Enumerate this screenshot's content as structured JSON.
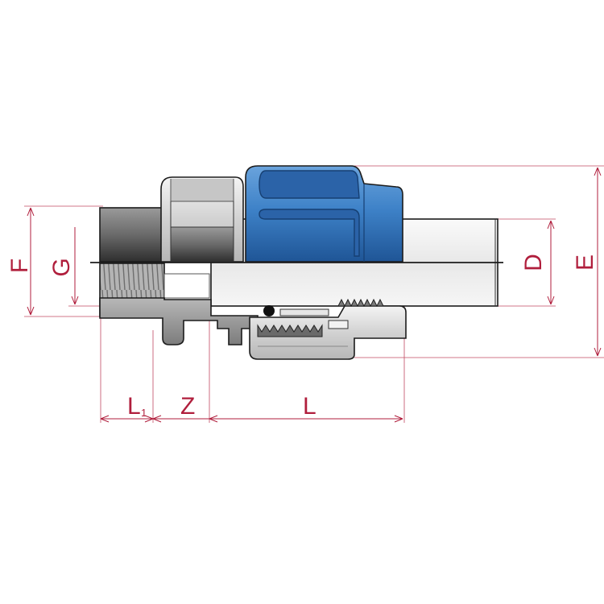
{
  "colors": {
    "dimension": "#b01e3c",
    "nut_blue": "#2f6fb6",
    "body_dark": "#5a5a5a",
    "body_light": "#d4d4d4",
    "pipe": "#ededed"
  },
  "labels": {
    "F": "F",
    "G": "G",
    "D": "D",
    "E": "E",
    "L1_main": "L",
    "L1_sub": "1",
    "Z": "Z",
    "L": "L"
  }
}
